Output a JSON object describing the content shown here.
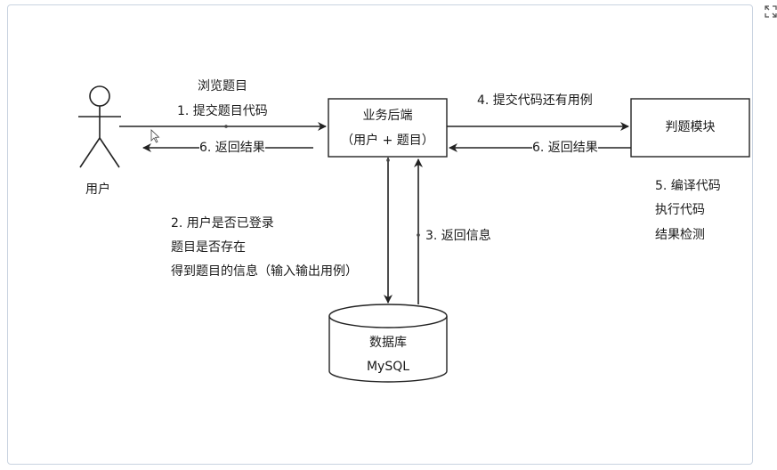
{
  "actor": {
    "label": "用户"
  },
  "backend": {
    "title": "业务后端",
    "subtitle": "（用户 + 题目）"
  },
  "judge": {
    "title": "判题模块"
  },
  "database": {
    "title": "数据库",
    "subtitle": "MySQL"
  },
  "labels": {
    "browse": "浏览题目",
    "submit": "1. 提交题目代码",
    "return_user": "6. 返回结果",
    "check_1": "2. 用户是否已登录",
    "check_2": "题目是否存在",
    "check_3": "得到题目的信息（输入输出用例）",
    "return_info": "3. 返回信息",
    "submit_cases": "4. 提交代码还有用例",
    "return_judge": "6. 返回结果",
    "compile_1": "5. 编译代码",
    "compile_2": "执行代码",
    "compile_3": "结果检测"
  }
}
